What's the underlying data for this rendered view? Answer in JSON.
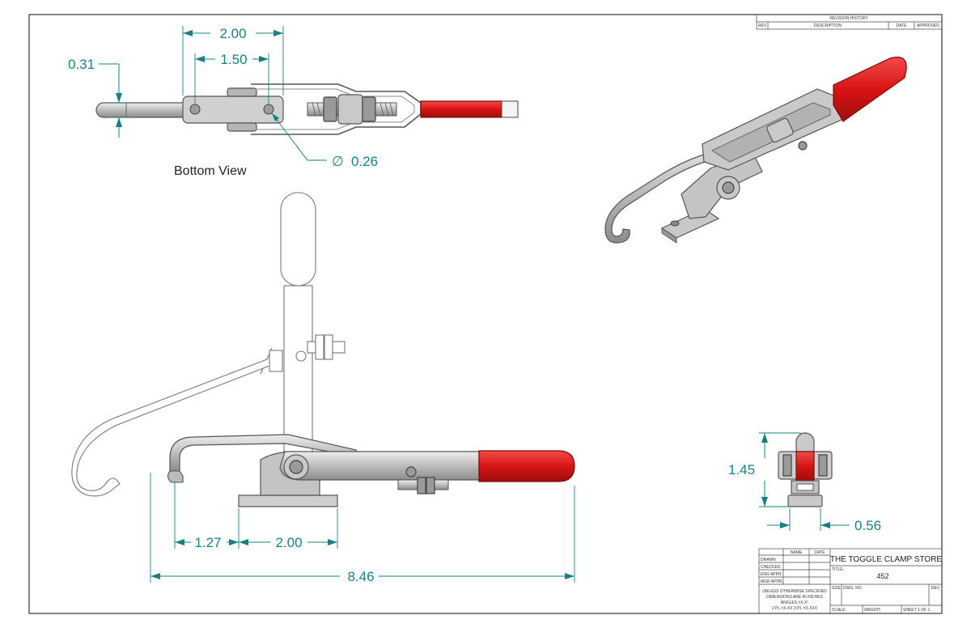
{
  "revision_block": {
    "title": "REVISION HISTORY",
    "col_rev": "REV",
    "col_description": "DESCRIPTION",
    "col_date": "DATE",
    "col_approved": "APPROVED"
  },
  "views": {
    "bottom_view_label": "Bottom View"
  },
  "dimensions": {
    "bottom_overall": "2.00",
    "bottom_holes": "1.50",
    "bottom_rod": "0.31",
    "bottom_hole_dia": "0.26",
    "dia_symbol": "∅",
    "side_hook": "1.27",
    "side_base": "2.00",
    "side_overall": "8.46",
    "end_height": "1.45",
    "end_width": "0.56"
  },
  "title_block": {
    "col_name": "NAME",
    "col_date": "DATE",
    "row_drawn": "DRAWN",
    "row_checked": "CHECKED",
    "row_eng_appr": "ENG APPR.",
    "row_mgr_appr": "MGR APPR.",
    "tolerance_line1": "UNLESS OTHERWISE SPECIFIED",
    "tolerance_line2": "DIMENSIONS ARE IN INCHES",
    "tolerance_line3": "ANGLES ±X.X°",
    "tolerance_line4": "2 PL ±X.XX 3 PL ±X.XXX",
    "company": "THE TOGGLE CLAMP STORE",
    "title_label": "TITLE:",
    "title_value": "452",
    "size_label": "SIZE",
    "dwg_label": "DWG. NO.",
    "rev_label": "REV",
    "scale_label": "SCALE:",
    "weight_label": "WEIGHT:",
    "sheet_label": "SHEET 1 OF 1"
  },
  "colors": {
    "dimension": "#1a7f80",
    "handle_grip": "#e11919",
    "steel": "#c9c9c9"
  }
}
